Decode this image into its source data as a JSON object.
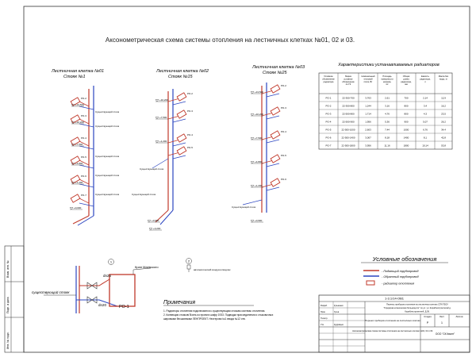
{
  "title": "Аксонометрическая схема системы отопления на лестничных клетках №01, 02 и 03.",
  "stairs": [
    {
      "title": "Лестничная клетка №01",
      "sub": "Стояк №1"
    },
    {
      "title": "Лестничная клетка №02",
      "sub": "Стояк №15"
    },
    {
      "title": "Лестничная клетка №03",
      "sub": "Стояк №25"
    }
  ],
  "radiator_table": {
    "title": "Характеристики устанавливаемых радиаторов",
    "headers": [
      "Условное обозначение радиатора",
      "Марка условное обозначение по ГК",
      "Номинальный тепловой поток, Вт",
      "Площадь поверхности нагрева, м²",
      "Общая длина радиатора, мм",
      "Емкость радиатора, л",
      "Масса без воды, кг"
    ],
    "rows": [
      [
        "РО-1",
        "22-300-700",
        "3,763",
        "2,61",
        "700",
        "2,14",
        "12,9"
      ],
      [
        "РО-2",
        "22-300-800",
        "1,244",
        "3,16",
        "800",
        "3,4",
        "16,2"
      ],
      [
        "РО-3",
        "22-500-800",
        "1,714",
        "4,76",
        "800",
        "4,3",
        "23,5"
      ],
      [
        "РО-4",
        "22-500-900",
        "1,956",
        "5,36",
        "900",
        "5,07",
        "26,2"
      ],
      [
        "РО-5",
        "22-500-1000",
        "2,603",
        "7,44",
        "1000",
        "6,76",
        "34,4"
      ],
      [
        "РО-6",
        "22-500-1400",
        "3,007",
        "8,18",
        "1400",
        "8,1",
        "42,8"
      ],
      [
        "РО-7",
        "22-500-1800",
        "3,956",
        "11,16",
        "1800",
        "10,14",
        "53,8"
      ]
    ]
  },
  "legend": {
    "title": "Условные обозначения",
    "items": [
      {
        "label": "- Подающий трубопровод",
        "color": "#c0392b"
      },
      {
        "label": "- Обратный трубопровод",
        "color": "#2b45c0"
      },
      {
        "label": "- радиатор отопления",
        "color": "#c0392b"
      }
    ]
  },
  "notes": {
    "title": "Примечания",
    "lines": [
      "1. Радиаторы отопления подключаются к существующим стоякам системы отопления.",
      "2. Конвекция стояков/ Взять из проекта шифр 1933. Подводки присоединения и стыковочных",
      "шаровыми бесшовными ЛЕНПРОЕКТ. Нестерова №1 ввода №12 отв."
    ]
  },
  "detail": {
    "marker1": "1",
    "marker2": "2",
    "existing": "существующий стояк",
    "valve_label": "Кран Маевского",
    "dn25": "dn25",
    "dn20": "dn20",
    "ro1": "РО-1",
    "air_vent_label": "автоматический воздухоотводчик"
  },
  "annotations": {
    "existing_riser": "Существующий стояк",
    "elev": [
      "+13,500",
      "+10,200",
      "+7,500",
      "+4,800",
      "+1,200",
      "+0,900",
      "+0,200",
      "+0,000"
    ],
    "riser_ticks": [
      "РО-2",
      "РО-3",
      "РО-4",
      "РО-5",
      "РО-6",
      "РО-7"
    ]
  },
  "stamp": {
    "code": "1-3.1/14-ОВ1",
    "desc_1": "Перенос приборов отопления на лестничных клетках СПб ГБОУ",
    "desc_2": "\"Городская клиническая больница №\" по ул. ул. Кораблестроителей д.",
    "desc_3": "Кораблестроителей. Д.36.",
    "stage": "Стадия",
    "sheet": "Лист",
    "sheets": "Листов",
    "stage_val": "Р",
    "sheet_val": "1",
    "drawing": "Аксонометрическая схема системы отопления на лестничных клетках №01, 02 и 03.",
    "org": "ООО \"СК Квант\"",
    "rows_left": [
      "Изм.",
      "Кол.уч",
      "Лист",
      "№ док.",
      "Подп.",
      "Дата"
    ],
    "people": [
      [
        "Разраб.",
        "Кузьменко"
      ],
      [
        "Пров.",
        "Гусев"
      ],
      [
        "Н.контр.",
        ""
      ],
      [
        "Утв.",
        "Кудрявцев"
      ]
    ],
    "title_block": "Перенос приборов отопления на лестничных клетках"
  },
  "side_stamp": [
    "Инв. № подл.",
    "Подп. и дата",
    "Взам. инв. №"
  ]
}
